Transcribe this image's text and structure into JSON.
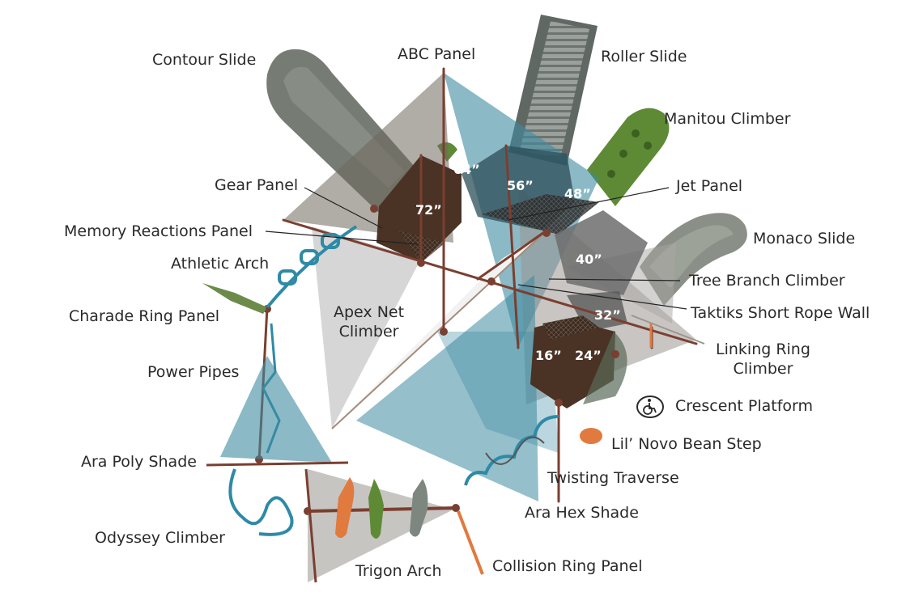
{
  "labels": {
    "contour_slide": "Contour Slide",
    "abc_panel": "ABC Panel",
    "roller_slide": "Roller Slide",
    "manitou_climber": "Manitou Climber",
    "gear_panel": "Gear Panel",
    "jet_panel": "Jet Panel",
    "memory_reactions_panel": "Memory Reactions Panel",
    "monaco_slide": "Monaco Slide",
    "athletic_arch": "Athletic Arch",
    "tree_branch_climber": "Tree Branch Climber",
    "charade_ring_panel": "Charade Ring Panel",
    "apex_net_climber": "Apex Net\nClimber",
    "taktiks_short_rope_wall": "Taktiks Short Rope Wall",
    "linking_ring_climber": "Linking Ring\nClimber",
    "power_pipes": "Power Pipes",
    "crescent_platform": "Crescent Platform",
    "lil_novo_bean_step": "Lil’ Novo Bean Step",
    "ara_poly_shade": "Ara Poly Shade",
    "twisting_traverse": "Twisting Traverse",
    "ara_hex_shade": "Ara Hex Shade",
    "odyssey_climber": "Odyssey Climber",
    "trigon_arch": "Trigon Arch",
    "collision_ring_panel": "Collision Ring Panel"
  },
  "heights": {
    "h72": "72”",
    "h64": "64”",
    "h56": "56”",
    "h48": "48”",
    "h40": "40”",
    "h32": "32”",
    "h24": "24”",
    "h16": "16”"
  },
  "icons": {
    "crescent_platform_badge": "wheelchair-accessible-icon"
  },
  "colors": {
    "post_brown": "#7a3f30",
    "deck_brown": "#4a3224",
    "shade_teal": "#3d8aa0",
    "shade_gray": "#8a8478",
    "slide_gray": "#767c74",
    "climber_green": "#5e8a36",
    "accent_orange": "#e07a3e",
    "label_text": "#2a2a2a"
  }
}
